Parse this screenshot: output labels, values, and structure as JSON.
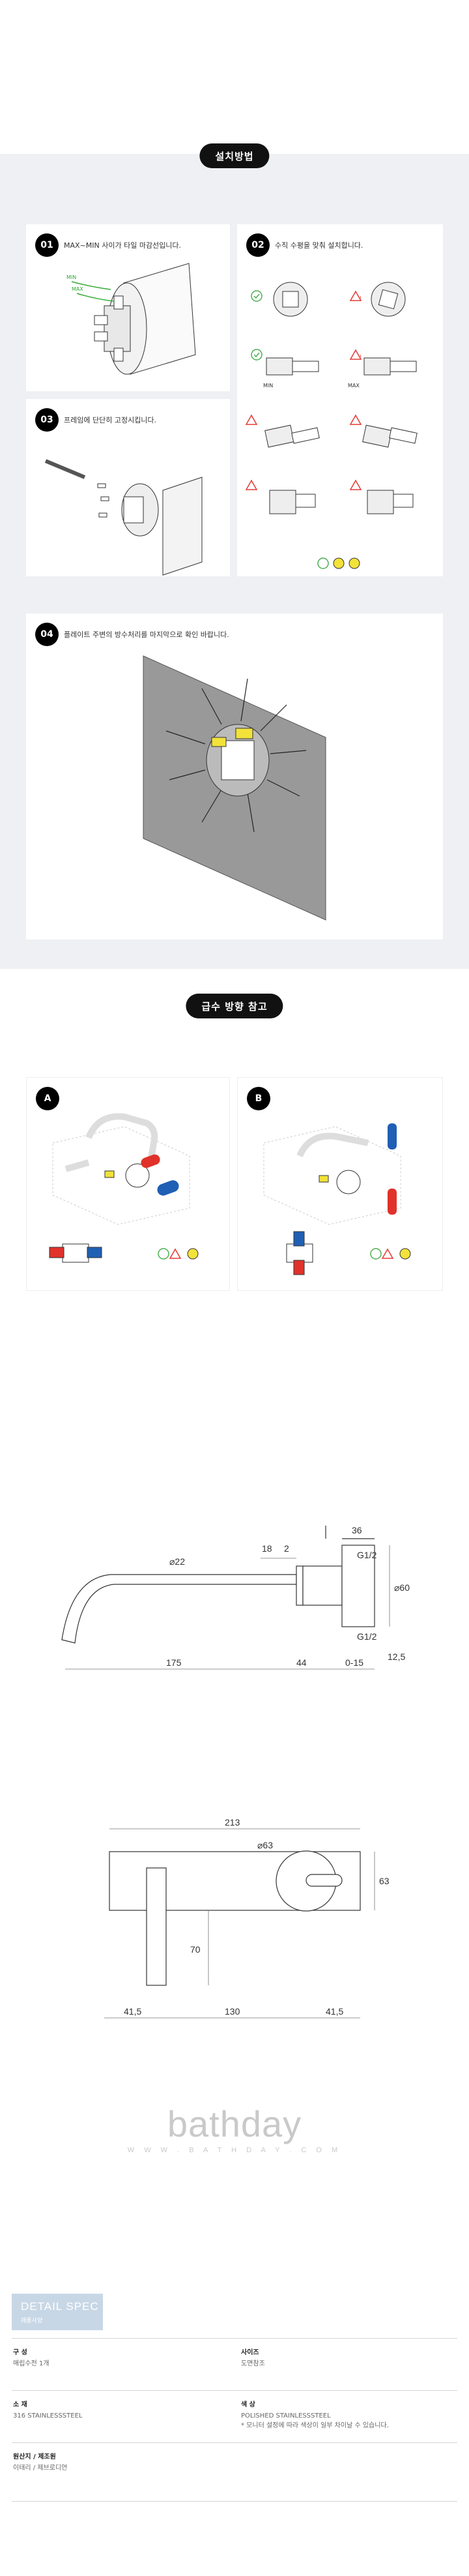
{
  "install": {
    "heading": "설치방법",
    "steps": [
      {
        "num": "01",
        "text": "MAX~MIN 사이가 타일 마감선입니다."
      },
      {
        "num": "02",
        "text": "수직 수평을 맞춰 설치합니다."
      },
      {
        "num": "03",
        "text": "프레임에 단단히 고정시킵니다."
      },
      {
        "num": "04",
        "text": "플레이트 주변의 방수처리를 마지막으로 확인 바랍니다."
      }
    ],
    "labels": {
      "min": "MIN",
      "max": "MAX"
    }
  },
  "direction": {
    "heading": "급수 방향 참고",
    "cards": [
      {
        "num": "A"
      },
      {
        "num": "B"
      }
    ]
  },
  "dimensions": {
    "side": {
      "d22": "⌀22",
      "d18": "18",
      "d2": "2",
      "d36": "36",
      "g1": "G1/2",
      "d60": "⌀60",
      "g2": "G1/2",
      "d12_5": "12,5",
      "d175": "175",
      "d44": "44",
      "d0_15": "0-15"
    },
    "front": {
      "d213": "213",
      "d63c": "⌀63",
      "d63": "63",
      "d70": "70",
      "d41_5a": "41,5",
      "d130": "130",
      "d41_5b": "41,5"
    }
  },
  "brand": {
    "logo": "bathday",
    "url": "W W W . B A T H D A Y . C O M"
  },
  "spec": {
    "title": "DETAIL SPEC",
    "subtitle": "제품사양",
    "rows": [
      {
        "left": {
          "label": "구 성",
          "value": "매립수전 1개"
        },
        "right": {
          "label": "사이즈",
          "value": "도면참조"
        }
      },
      {
        "left": {
          "label": "소 재",
          "value": "316 STAINLESSSTEEL"
        },
        "right": {
          "label": "색 상",
          "value": "POLISHED STAINLESSSTEEL",
          "note": "* 모니터 설정에 따라 색상이 일부 차이날 수 있습니다."
        }
      },
      {
        "left": {
          "label": "원산지 / 제조원",
          "value": "이태리 / 제브로디언"
        },
        "right": {
          "label": "",
          "value": ""
        }
      }
    ]
  },
  "colors": {
    "gray_bg": "#eef0f3",
    "hot": "#e0322b",
    "cold": "#1f5fb4",
    "yellow": "#f2e23a",
    "green_ok": "#4caf50",
    "red_warn": "#e53935"
  }
}
